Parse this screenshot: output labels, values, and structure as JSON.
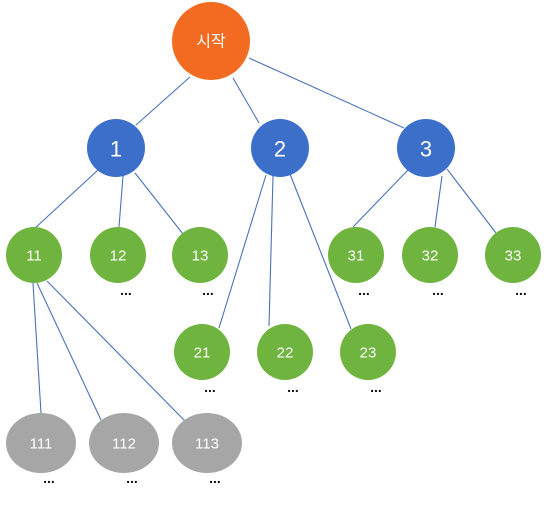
{
  "tree": {
    "root": {
      "id": "root",
      "label": "시작",
      "color": "#f26b21",
      "level": "root"
    },
    "nodes": [
      {
        "id": "n1",
        "label": "1",
        "parent": "root",
        "level": "first",
        "color": "#3c6fc9"
      },
      {
        "id": "n2",
        "label": "2",
        "parent": "root",
        "level": "first",
        "color": "#3c6fc9"
      },
      {
        "id": "n3",
        "label": "3",
        "parent": "root",
        "level": "first",
        "color": "#3c6fc9"
      },
      {
        "id": "n11",
        "label": "11",
        "parent": "n1",
        "level": "second",
        "color": "#6fb43f"
      },
      {
        "id": "n12",
        "label": "12",
        "parent": "n1",
        "level": "second",
        "color": "#6fb43f",
        "more": "..."
      },
      {
        "id": "n13",
        "label": "13",
        "parent": "n1",
        "level": "second",
        "color": "#6fb43f",
        "more": "..."
      },
      {
        "id": "n21",
        "label": "21",
        "parent": "n2",
        "level": "second",
        "color": "#6fb43f",
        "more": "..."
      },
      {
        "id": "n22",
        "label": "22",
        "parent": "n2",
        "level": "second",
        "color": "#6fb43f",
        "more": "..."
      },
      {
        "id": "n23",
        "label": "23",
        "parent": "n2",
        "level": "second",
        "color": "#6fb43f",
        "more": "..."
      },
      {
        "id": "n31",
        "label": "31",
        "parent": "n3",
        "level": "second",
        "color": "#6fb43f",
        "more": "..."
      },
      {
        "id": "n32",
        "label": "32",
        "parent": "n3",
        "level": "second",
        "color": "#6fb43f",
        "more": "..."
      },
      {
        "id": "n33",
        "label": "33",
        "parent": "n3",
        "level": "second",
        "color": "#6fb43f",
        "more": "..."
      },
      {
        "id": "n111",
        "label": "111",
        "parent": "n11",
        "level": "third",
        "color": "#a6a6a6",
        "more": "..."
      },
      {
        "id": "n112",
        "label": "112",
        "parent": "n11",
        "level": "third",
        "color": "#a6a6a6",
        "more": "..."
      },
      {
        "id": "n113",
        "label": "113",
        "parent": "n11",
        "level": "third",
        "color": "#a6a6a6",
        "more": "..."
      }
    ]
  }
}
